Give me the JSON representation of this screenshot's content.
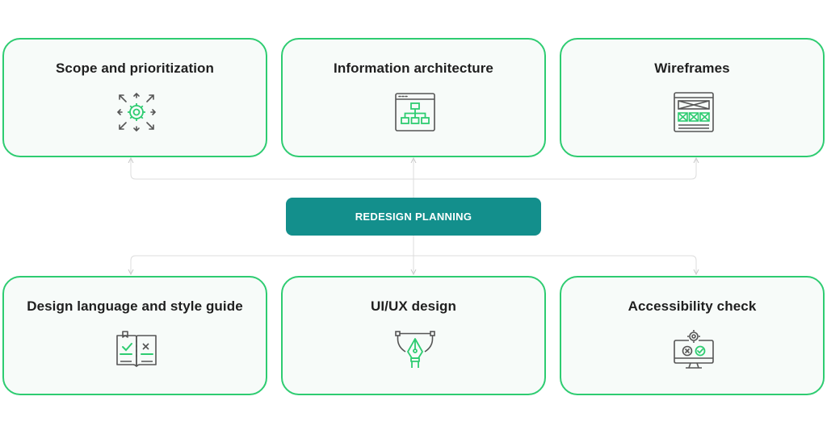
{
  "center": {
    "label": "REDESIGN PLANNING"
  },
  "cards": [
    {
      "title": "Scope and prioritization",
      "icon": "gear-arrows-icon"
    },
    {
      "title": "Information architecture",
      "icon": "sitemap-icon"
    },
    {
      "title": "Wireframes",
      "icon": "wireframe-icon"
    },
    {
      "title": "Design language and style guide",
      "icon": "style-guide-book-icon"
    },
    {
      "title": "UI/UX design",
      "icon": "pen-tool-icon"
    },
    {
      "title": "Accessibility check",
      "icon": "monitor-check-icon"
    }
  ],
  "colors": {
    "accent": "#2ecc71",
    "center_bg": "#138f8c",
    "icon_gray": "#555555",
    "connector": "#dcdcdc"
  }
}
